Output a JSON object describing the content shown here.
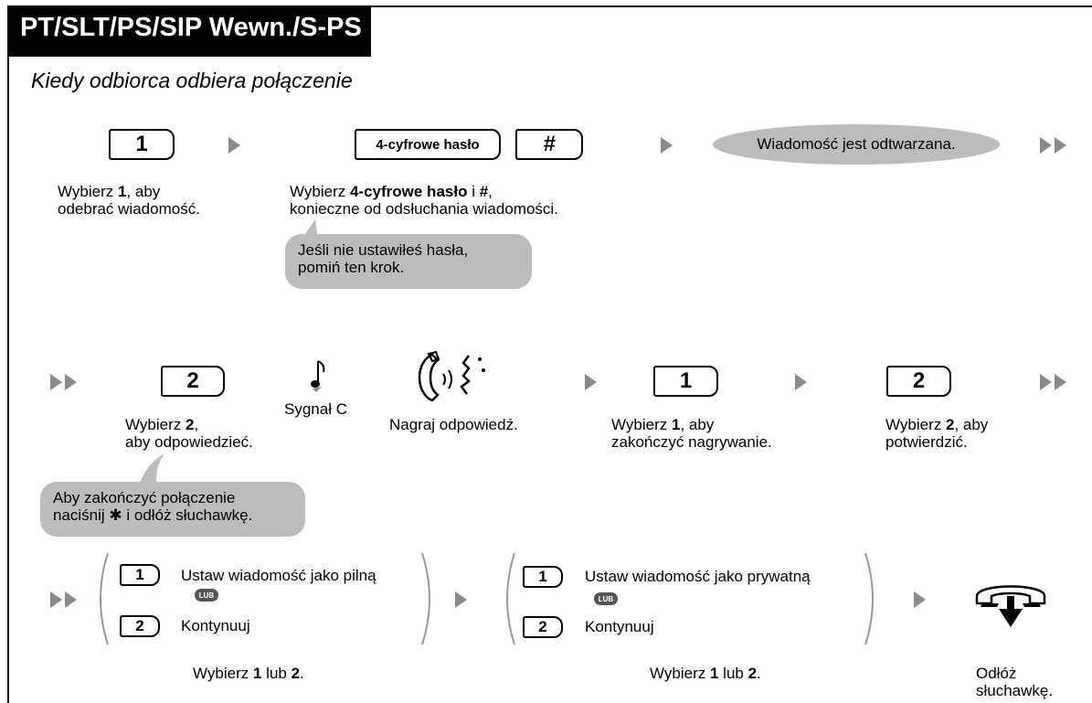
{
  "header": {
    "title": "PT/SLT/PS/SIP Wewn./S-PS"
  },
  "subtitle": "Kiedy odbiorca odbiera połączenie",
  "row1": {
    "key1": "1",
    "password_key": "4-cyfrowe hasło",
    "hash_key": "#",
    "playback_state": "Wiadomość jest odtwarzana.",
    "desc1_prefix": "Wybierz ",
    "desc1_key": "1",
    "desc1_suffix": ", aby",
    "desc1_line2": "odebrać wiadomość.",
    "desc2_prefix": "Wybierz ",
    "desc2_bold": "4-cyfrowe hasło",
    "desc2_mid": " i ",
    "desc2_hash": "#",
    "desc2_suffix": ",",
    "desc2_line2": "konieczne od odsłuchania wiadomości.",
    "note_line1": "Jeśli nie ustawiłeś hasła,",
    "note_line2": "pomiń ten krok."
  },
  "row2": {
    "key2": "2",
    "desc_reply_prefix": "Wybierz ",
    "desc_reply_key": "2",
    "desc_reply_suffix": ",",
    "desc_reply_line2": "aby odpowiedzieć.",
    "tone_label": "Sygnał C",
    "record_label": "Nagraj odpowiedź.",
    "key_finish": "1",
    "desc_finish_prefix": "Wybierz ",
    "desc_finish_key": "1",
    "desc_finish_suffix": ", aby",
    "desc_finish_line2": "zakończyć nagrywanie.",
    "key_confirm": "2",
    "desc_confirm_prefix": "Wybierz ",
    "desc_confirm_key": "2",
    "desc_confirm_suffix": ", aby",
    "desc_confirm_line2": "potwierdzić.",
    "note_line1": "Aby zakończyć połączenie",
    "note_line2_a": "naciśnij ",
    "note_star": "✱",
    "note_line2_b": " i odłóż słuchawkę."
  },
  "row3": {
    "group1": {
      "opt1_key": "1",
      "opt1_label": "Ustaw wiadomość jako pilną",
      "or_label": "LUB",
      "opt2_key": "2",
      "opt2_label": "Kontynuuj",
      "desc_prefix": "Wybierz ",
      "desc_key1": "1",
      "desc_mid": " lub ",
      "desc_key2": "2",
      "desc_suffix": "."
    },
    "group2": {
      "opt1_key": "1",
      "opt1_label": "Ustaw wiadomość jako prywatną",
      "or_label": "LUB",
      "opt2_key": "2",
      "opt2_label": "Kontynuuj",
      "desc_prefix": "Wybierz ",
      "desc_key1": "1",
      "desc_mid": " lub ",
      "desc_key2": "2",
      "desc_suffix": "."
    },
    "hangup_line1": "Odłóż",
    "hangup_line2": "słuchawkę."
  },
  "icons": {
    "step_arrow": "triangle-right-icon",
    "continue_arrow": "double-triangle-right-icon",
    "tone": "music-note-icon",
    "record": "handset-speaking-icon",
    "hangup": "handset-hang-up-icon"
  },
  "colors": {
    "bubble": "#bcbcbc",
    "arrow": "#8a8a8a",
    "header_bg": "#000000",
    "header_text": "#ffffff"
  }
}
